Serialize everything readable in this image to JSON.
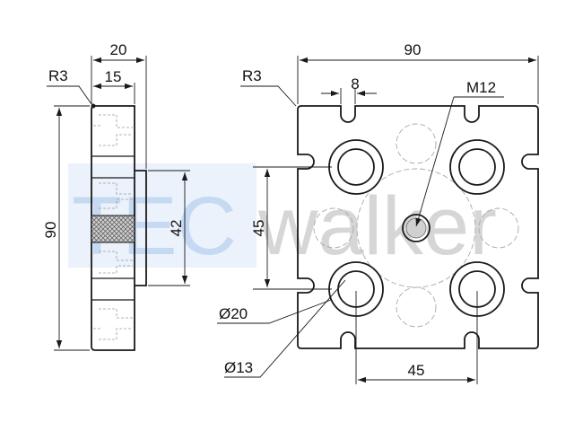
{
  "watermark": {
    "brand_prefix": "TEC",
    "brand_suffix": "walker",
    "prefix_color": "#cfe0f6",
    "suffix_color": "#d9d9d9"
  },
  "side_view": {
    "dim_overall_height": "90",
    "dim_overall_depth": "20",
    "dim_plate_depth": "15",
    "dim_boss_height": "42",
    "radius_label": "R3"
  },
  "front_view": {
    "dim_overall_width": "90",
    "dim_slot_width": "8",
    "thread_label": "M12",
    "radius_label": "R3",
    "dim_hole_spacing_vertical": "45",
    "dim_hole_spacing_horizontal": "45",
    "dim_counterbore": "Ø20",
    "dim_through_hole": "Ø13"
  },
  "colors": {
    "line": "#1a1a1a",
    "hidden": "#9a9a9a",
    "thread_fill": "#bbbbbb"
  }
}
